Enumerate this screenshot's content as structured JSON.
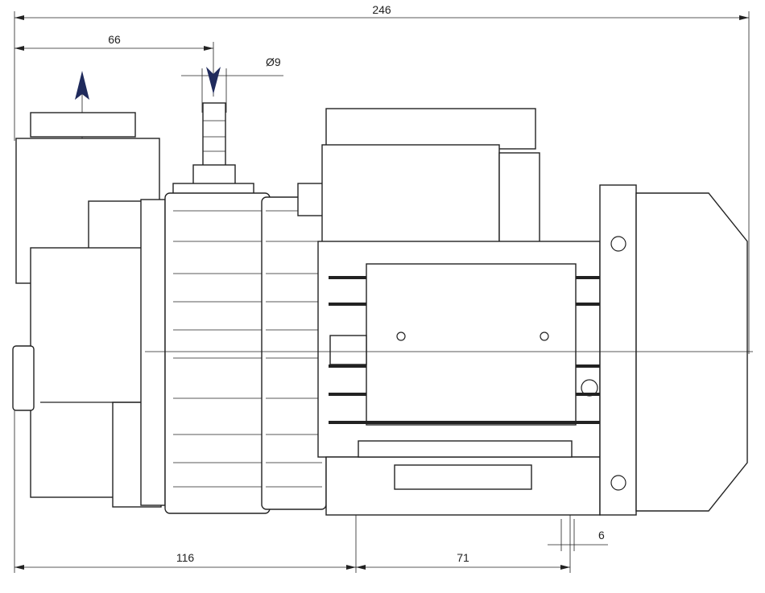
{
  "drawing": {
    "dimensions": {
      "overall_length": "246",
      "inlet_offset": "66",
      "hose_diameter": "Ø9",
      "foot_offset": "116",
      "foot_spacing": "71",
      "foot_width": "6"
    },
    "colors": {
      "arrow": "#1f2a5c",
      "line": "#222222"
    }
  }
}
